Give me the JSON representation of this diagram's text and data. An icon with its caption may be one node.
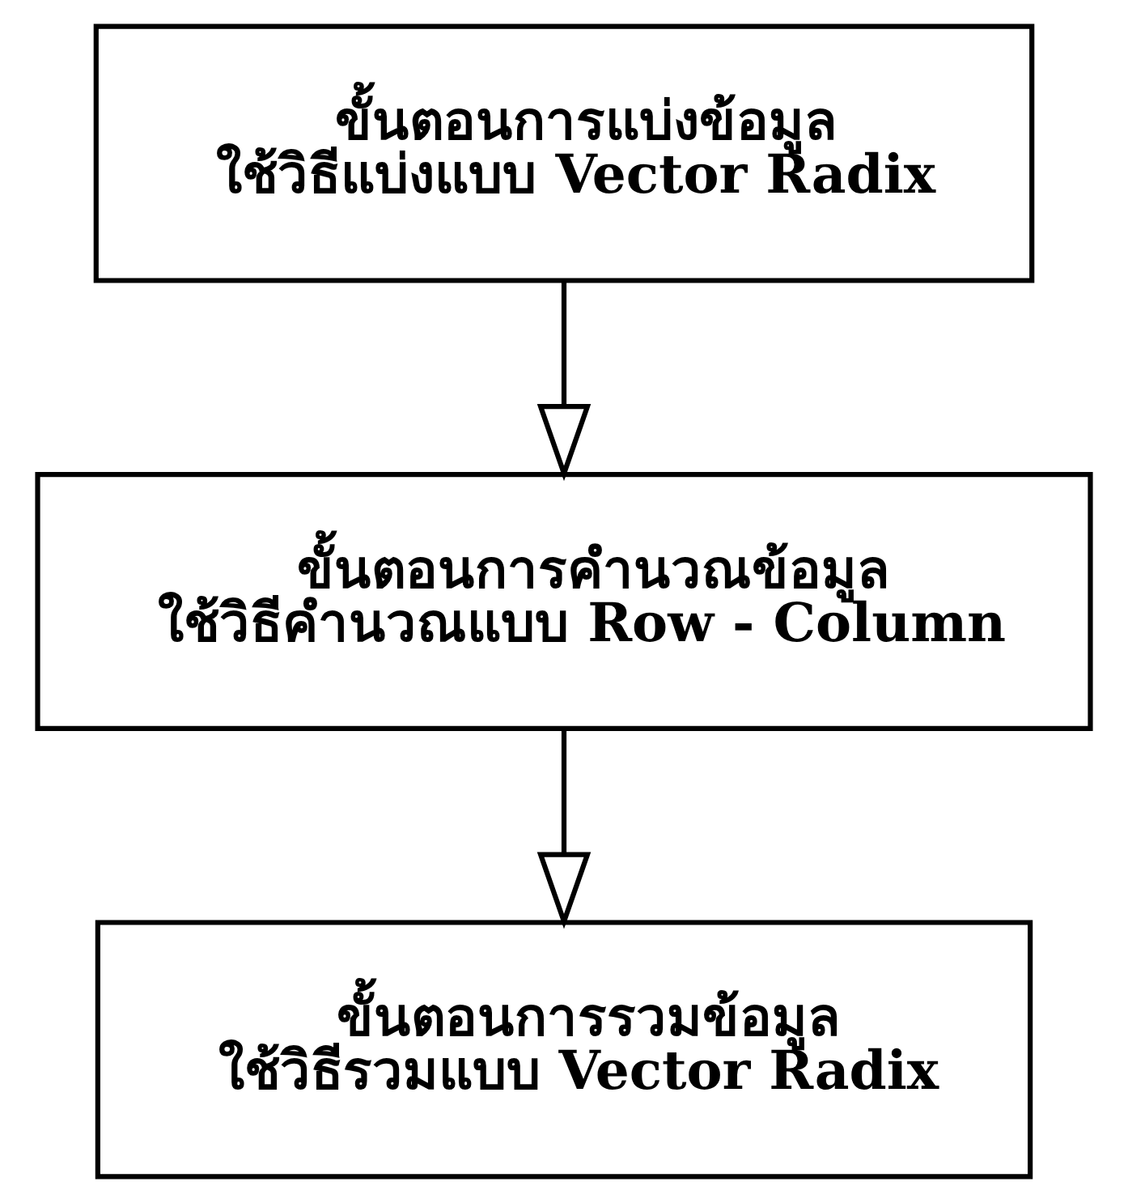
{
  "diagram": {
    "nodes": [
      {
        "text": [
          "ขั้นตอนการแบ่งข้อมูล",
          "ใช้วิธีแบ่งแบบ Vector Radix"
        ]
      },
      {
        "text": [
          "ขั้นตอนการคำนวณข้อมูล",
          "ใช้วิธีคำนวณแบบ Row - Column"
        ]
      },
      {
        "text": [
          "ขั้นตอนการรวมข้อมูล",
          "ใช้วิธีรวมแบบ Vector Radix"
        ]
      }
    ],
    "edges": [
      {
        "from": 0,
        "to": 1,
        "arrow": "to"
      },
      {
        "from": 1,
        "to": 2,
        "arrow": "to"
      }
    ]
  }
}
